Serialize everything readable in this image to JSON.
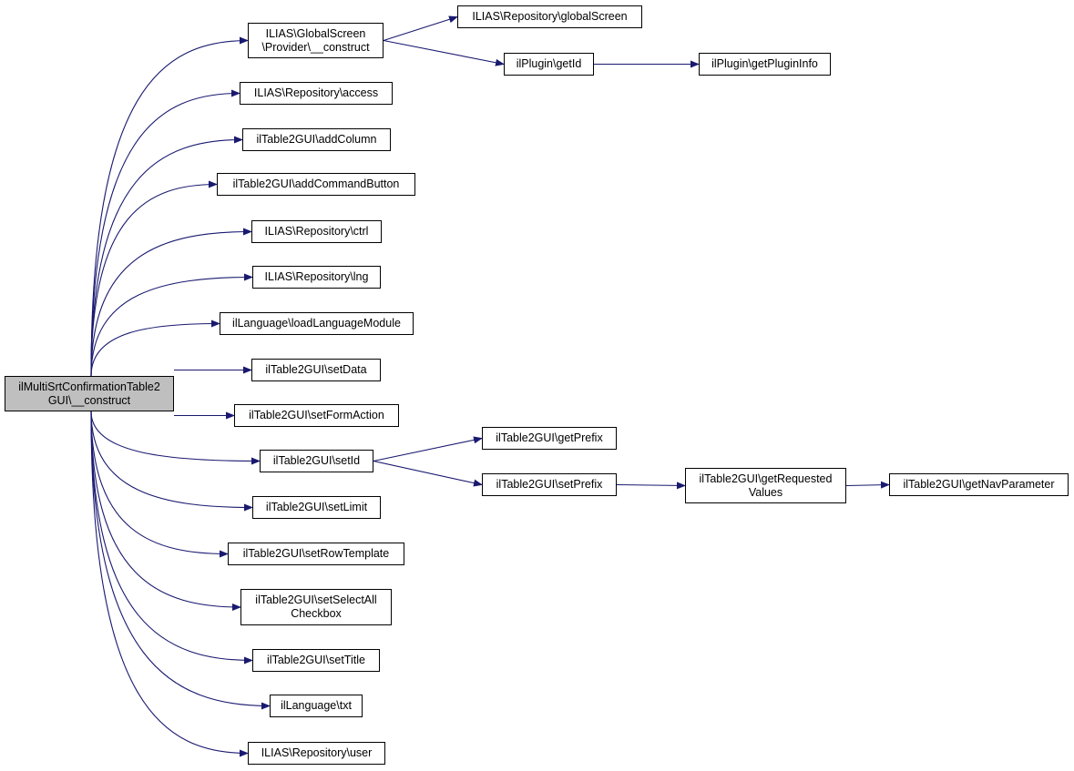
{
  "diagram": {
    "edge_color": "#191970",
    "root": {
      "line1": "ilMultiSrtConfirmationTable2",
      "line2": "GUI\\__construct"
    },
    "nodes": {
      "gs_construct": {
        "line1": "ILIAS\\GlobalScreen",
        "line2": "\\Provider\\__construct"
      },
      "repo_globalscreen": {
        "label": "ILIAS\\Repository\\globalScreen"
      },
      "plugin_getid": {
        "label": "ilPlugin\\getId"
      },
      "plugin_getplugininfo": {
        "label": "ilPlugin\\getPluginInfo"
      },
      "repo_access": {
        "label": "ILIAS\\Repository\\access"
      },
      "addcolumn": {
        "label": "ilTable2GUI\\addColumn"
      },
      "addcommandbutton": {
        "label": "ilTable2GUI\\addCommandButton"
      },
      "repo_ctrl": {
        "label": "ILIAS\\Repository\\ctrl"
      },
      "repo_lng": {
        "label": "ILIAS\\Repository\\lng"
      },
      "loadlanguagemodule": {
        "label": "ilLanguage\\loadLanguageModule"
      },
      "setdata": {
        "label": "ilTable2GUI\\setData"
      },
      "setformaction": {
        "label": "ilTable2GUI\\setFormAction"
      },
      "setid": {
        "label": "ilTable2GUI\\setId"
      },
      "getprefix": {
        "label": "ilTable2GUI\\getPrefix"
      },
      "setprefix": {
        "label": "ilTable2GUI\\setPrefix"
      },
      "getrequestedvalues": {
        "line1": "ilTable2GUI\\getRequested",
        "line2": "Values"
      },
      "getnavparameter": {
        "label": "ilTable2GUI\\getNavParameter"
      },
      "setlimit": {
        "label": "ilTable2GUI\\setLimit"
      },
      "setrowtemplate": {
        "label": "ilTable2GUI\\setRowTemplate"
      },
      "setselectall": {
        "line1": "ilTable2GUI\\setSelectAll",
        "line2": "Checkbox"
      },
      "settitle": {
        "label": "ilTable2GUI\\setTitle"
      },
      "language_txt": {
        "label": "ilLanguage\\txt"
      },
      "repo_user": {
        "label": "ILIAS\\Repository\\user"
      }
    },
    "edges": [
      [
        "root",
        "gs_construct"
      ],
      [
        "root",
        "repo_access"
      ],
      [
        "root",
        "addcolumn"
      ],
      [
        "root",
        "addcommandbutton"
      ],
      [
        "root",
        "repo_ctrl"
      ],
      [
        "root",
        "repo_lng"
      ],
      [
        "root",
        "loadlanguagemodule"
      ],
      [
        "root",
        "setdata"
      ],
      [
        "root",
        "setformaction"
      ],
      [
        "root",
        "setid"
      ],
      [
        "root",
        "setlimit"
      ],
      [
        "root",
        "setrowtemplate"
      ],
      [
        "root",
        "setselectall"
      ],
      [
        "root",
        "settitle"
      ],
      [
        "root",
        "language_txt"
      ],
      [
        "root",
        "repo_user"
      ],
      [
        "gs_construct",
        "repo_globalscreen"
      ],
      [
        "gs_construct",
        "plugin_getid"
      ],
      [
        "plugin_getid",
        "plugin_getplugininfo"
      ],
      [
        "setid",
        "getprefix"
      ],
      [
        "setid",
        "setprefix"
      ],
      [
        "setprefix",
        "getrequestedvalues"
      ],
      [
        "getrequestedvalues",
        "getnavparameter"
      ]
    ]
  }
}
